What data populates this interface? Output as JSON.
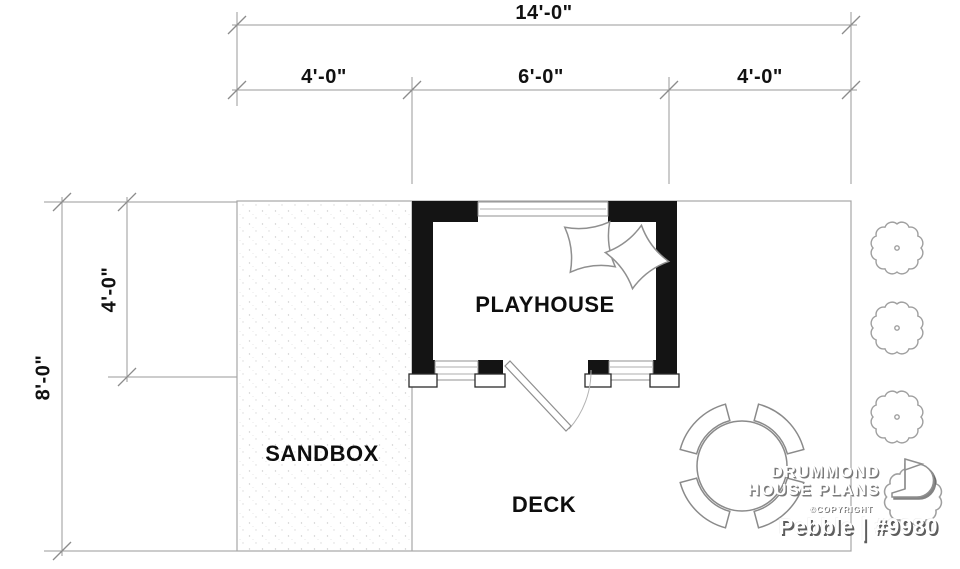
{
  "dimensions": {
    "top_total": "14'-0\"",
    "top_segments": [
      "4'-0\"",
      "6'-0\"",
      "4'-0\""
    ],
    "left_total": "8'-0\"",
    "left_segment": "4'-0\""
  },
  "rooms": {
    "playhouse": "PLAYHOUSE",
    "sandbox": "SANDBOX",
    "deck": "DECK"
  },
  "watermark": {
    "brand_line1": "DRUMMOND",
    "brand_line2": "HOUSE PLANS",
    "copyright_text": "©COPYRIGHT",
    "plan_name": "Pebble",
    "separator": "|",
    "plan_number": "#9980"
  },
  "icons": {
    "bush": "scalloped-circle-shrub",
    "pillow": "four-point-cushion",
    "table": "round-table",
    "chair": "curved-back-chair",
    "logo": "drummond-d-flag",
    "door": "door-leaf-with-swing-arc",
    "window": "triple-line-window"
  },
  "colors": {
    "wall": "#141414",
    "plan_line": "#a6a6a6",
    "dim_line": "#9a9a9a",
    "label_text": "#111111",
    "furniture_line": "#8f8f8f",
    "watermark_fill": "#ffffff",
    "watermark_shadow": "#6e6e6e",
    "background": "#ffffff"
  }
}
